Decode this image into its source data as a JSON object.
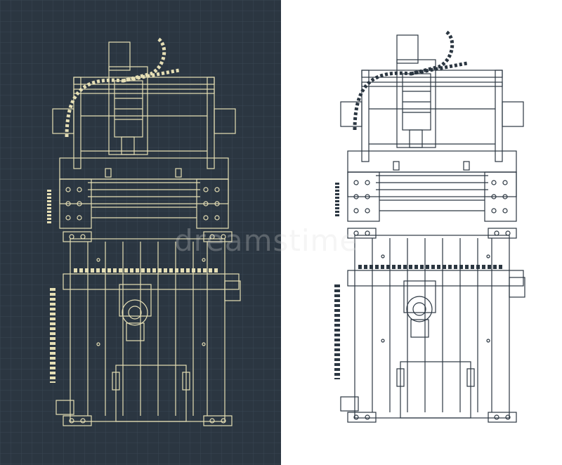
{
  "watermark": {
    "text": "dreamstime"
  },
  "colors": {
    "dark_background": "#2b3641",
    "dark_grid": "#3a4754",
    "blueprint_line": "#e6dfb5",
    "light_background": "#ffffff",
    "light_line": "#2b3641"
  },
  "views": [
    {
      "id": "front-view-dark",
      "theme": "dark"
    },
    {
      "id": "front-view-light",
      "theme": "light"
    },
    {
      "id": "top-view-dark",
      "theme": "dark"
    },
    {
      "id": "top-view-light",
      "theme": "light"
    }
  ]
}
